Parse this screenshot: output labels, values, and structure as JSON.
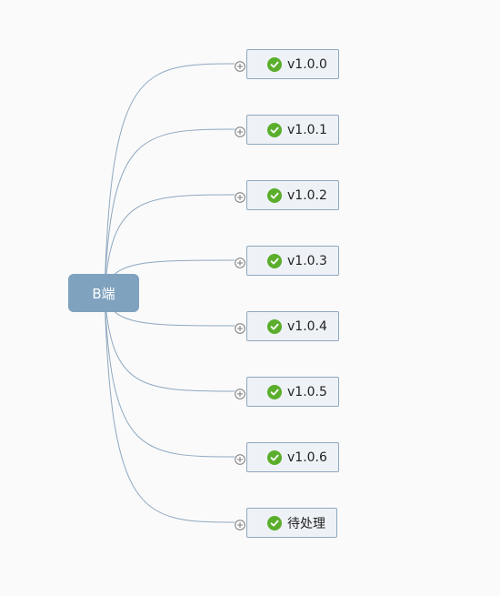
{
  "root": {
    "label": "B端"
  },
  "branches": [
    {
      "label": "v1.0.0",
      "status": "complete"
    },
    {
      "label": "v1.0.1",
      "status": "complete"
    },
    {
      "label": "v1.0.2",
      "status": "complete"
    },
    {
      "label": "v1.0.3",
      "status": "complete"
    },
    {
      "label": "v1.0.4",
      "status": "complete"
    },
    {
      "label": "v1.0.5",
      "status": "complete"
    },
    {
      "label": "v1.0.6",
      "status": "complete"
    },
    {
      "label": "待处理",
      "status": "complete"
    }
  ],
  "icons": {
    "status": "check-circle-icon",
    "expander": "expand-plus-icon"
  },
  "colors": {
    "root_fill": "#7fa2bf",
    "connector": "#8fa8c0",
    "node_fill": "#eef2f6",
    "check": "#5bae2c"
  }
}
